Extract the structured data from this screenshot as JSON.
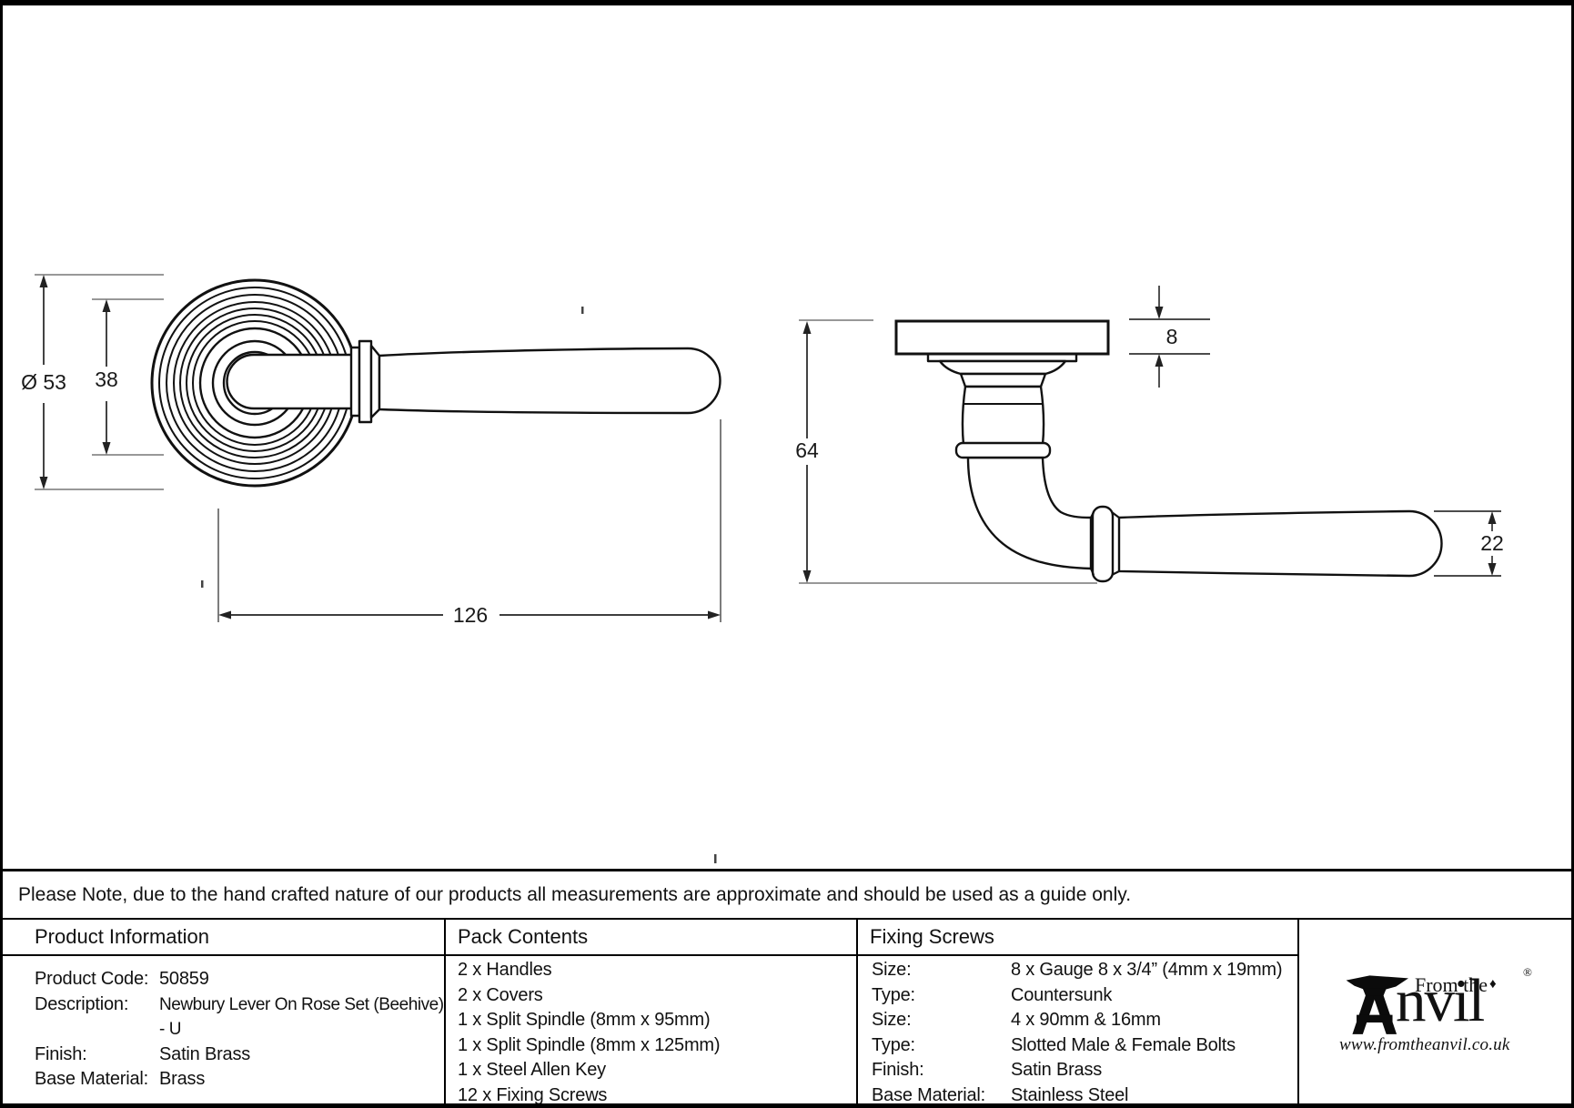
{
  "note": {
    "text": "Please Note, due to the hand crafted nature of our products all measurements are approximate and should be used as a guide only."
  },
  "drawing": {
    "front_view": {
      "dims": {
        "diameter": "Ø 53",
        "rose_inner": "38",
        "length": "126"
      }
    },
    "side_view": {
      "dims": {
        "rose_thickness": "8",
        "projection": "64",
        "lever_end": "22"
      }
    }
  },
  "table": {
    "product_info": {
      "header": "Product Information",
      "rows": [
        {
          "label": "Product Code:",
          "value": "50859"
        },
        {
          "label": "Description:",
          "value": "Newbury Lever On Rose Set (Beehive)\n- U"
        },
        {
          "label": "Finish:",
          "value": "Satin Brass"
        },
        {
          "label": "Base Material:",
          "value": "Brass"
        }
      ]
    },
    "pack_contents": {
      "header": "Pack Contents",
      "items": [
        "2 x Handles",
        "2 x Covers",
        "1 x Split Spindle (8mm x 95mm)",
        "1 x Split Spindle (8mm x 125mm)",
        "1 x Steel Allen Key",
        "12 x Fixing Screws"
      ]
    },
    "fixing_screws": {
      "header": "Fixing Screws",
      "rows": [
        {
          "label": "Size:",
          "value": "8 x Gauge 8 x 3/4” (4mm x 19mm)"
        },
        {
          "label": "Type:",
          "value": "Countersunk"
        },
        {
          "label": "Size:",
          "value": "4 x 90mm & 16mm"
        },
        {
          "label": "Type:",
          "value": "Slotted Male & Female Bolts"
        },
        {
          "label": "Finish:",
          "value": "Satin Brass"
        },
        {
          "label": "Base Material:",
          "value": "Stainless Steel"
        }
      ]
    }
  },
  "logo": {
    "prefix": "From the",
    "main": "nvil",
    "registered": "®",
    "diamond": "♦",
    "url": "www.fromtheanvil.co.uk"
  }
}
